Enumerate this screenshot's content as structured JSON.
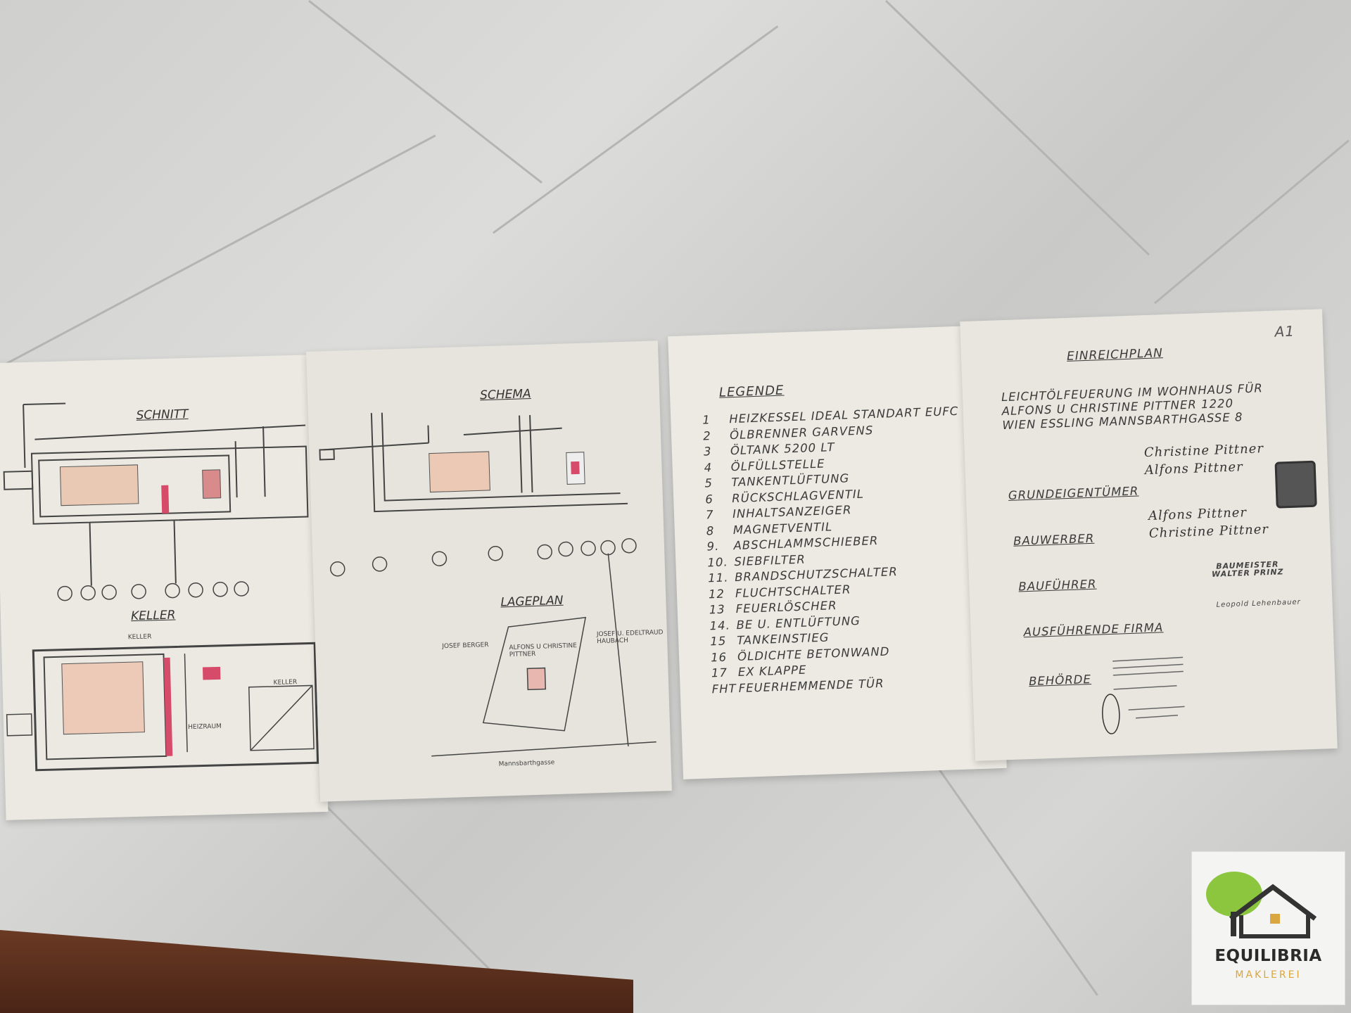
{
  "drawing_sheet": {
    "corner_mark": "A1",
    "schnitt": {
      "title": "SCHNITT"
    },
    "keller": {
      "title": "KELLER",
      "labels": [
        "KELLER",
        "KELLER",
        "HEIZRAUM"
      ]
    },
    "schema": {
      "title": "SCHEMA"
    },
    "lageplan": {
      "title": "LAGEPLAN",
      "labels": [
        "JOSEF BERGER",
        "ALFONS U CHRISTINE PITTNER",
        "JOSEF U. EDELTRAUD HAUBACH",
        "Mannsbarthgasse"
      ]
    },
    "legend": {
      "title": "LEGENDE",
      "items": [
        {
          "num": "1",
          "text": "HEIZKESSEL IDEAL STANDART EUFC"
        },
        {
          "num": "2",
          "text": "ÖLBRENNER GARVENS"
        },
        {
          "num": "3",
          "text": "ÖLTANK 5200 LT"
        },
        {
          "num": "4",
          "text": "ÖLFÜLLSTELLE"
        },
        {
          "num": "5",
          "text": "TANKENTLÜFTUNG"
        },
        {
          "num": "6",
          "text": "RÜCKSCHLAGVENTIL"
        },
        {
          "num": "7",
          "text": "INHALTSANZEIGER"
        },
        {
          "num": "8",
          "text": "MAGNETVENTIL"
        },
        {
          "num": "9.",
          "text": "ABSCHLAMMSCHIEBER"
        },
        {
          "num": "10.",
          "text": "SIEBFILTER"
        },
        {
          "num": "11.",
          "text": "BRANDSCHUTZSCHALTER"
        },
        {
          "num": "12",
          "text": "FLUCHTSCHALTER"
        },
        {
          "num": "13",
          "text": "FEUERLÖSCHER"
        },
        {
          "num": "14.",
          "text": "BE U. ENTLÜFTUNG"
        },
        {
          "num": "15",
          "text": "TANKEINSTIEG"
        },
        {
          "num": "16",
          "text": "ÖLDICHTE BETONWAND"
        },
        {
          "num": "17",
          "text": "EX KLAPPE"
        },
        {
          "num": "FHT",
          "text": "FEUERHEMMENDE TÜR"
        }
      ]
    },
    "title_block": {
      "title": "EINREICHPLAN",
      "description": [
        "LEICHTÖLFEUERUNG IM WOHNHAUS FÜR",
        "ALFONS U CHRISTINE PITTNER 1220",
        "WIEN ESSLING MANNSBARTHGASSE 8"
      ],
      "rows": [
        "GRUNDEIGENTÜMER",
        "BAUWERBER",
        "BAUFÜHRER",
        "AUSFÜHRENDE FIRMA",
        "BEHÖRDE"
      ],
      "signatures": [
        "Christine Pittner",
        "Alfons Pittner",
        "Alfons Pittner",
        "Christine Pittner"
      ],
      "stamp_baufuehrer": [
        "BAUMEISTER",
        "WALTER PRINZ"
      ],
      "stamp_firma": [
        "Leopold Lehenbauer"
      ]
    }
  },
  "watermark": {
    "name": "EQUILIBRIA",
    "sub": "MAKLEREI",
    "tree_color": "#8cc63f",
    "text_accent": "#d9a640"
  }
}
